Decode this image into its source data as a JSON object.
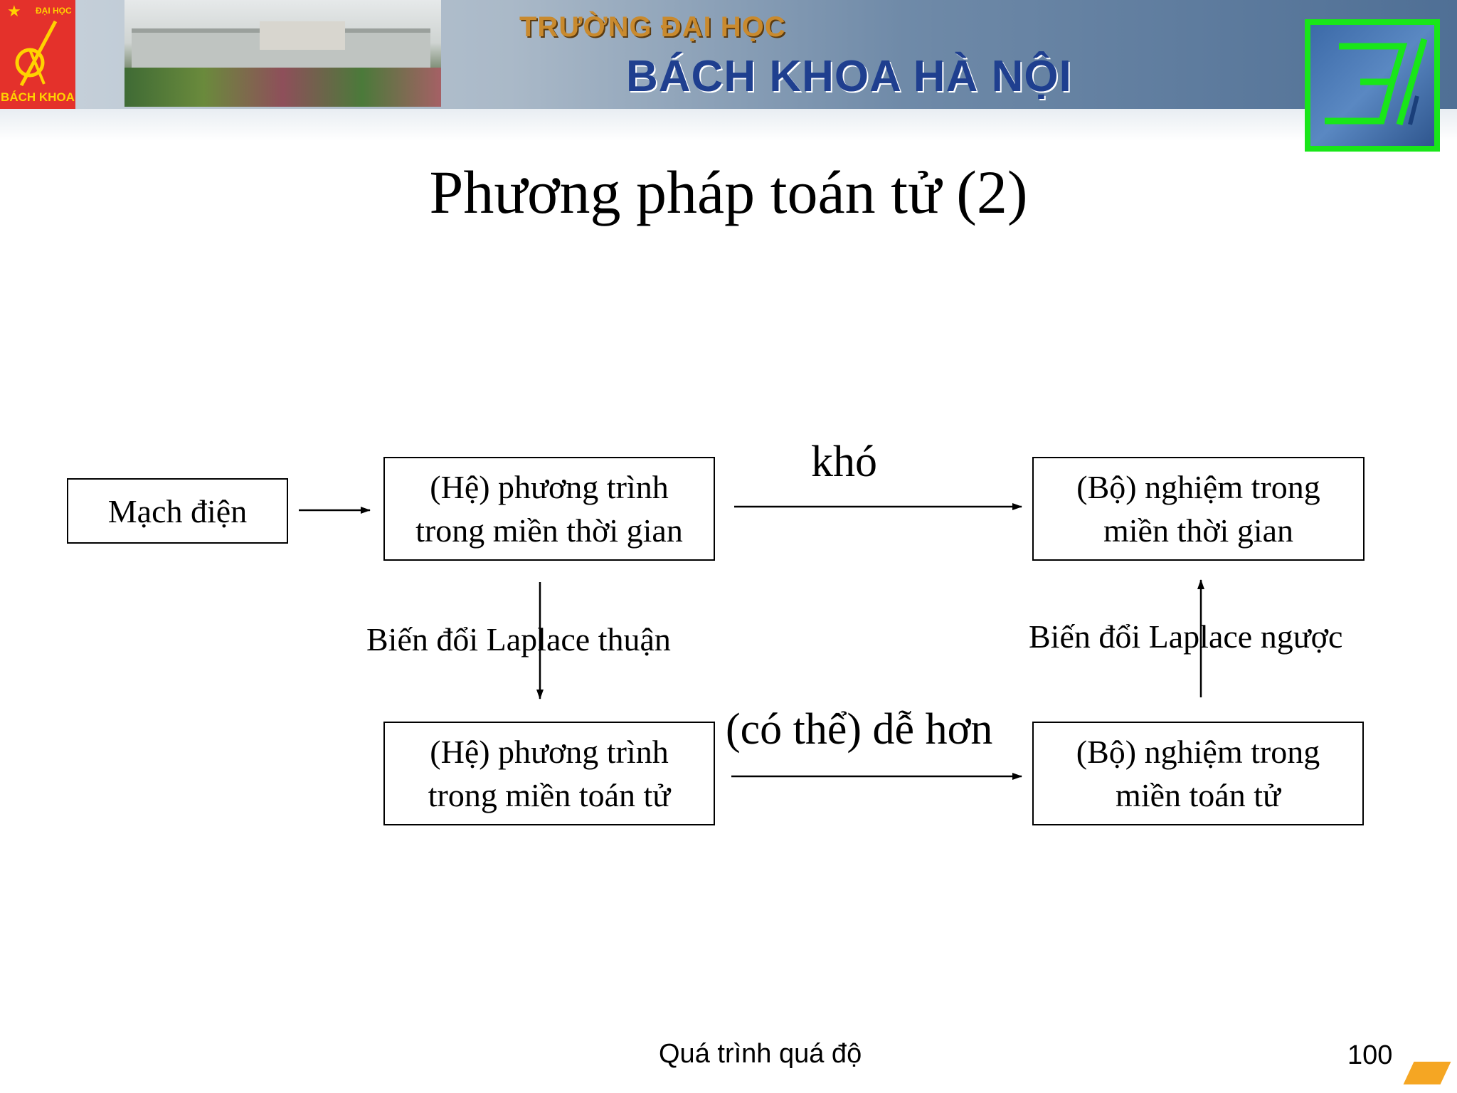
{
  "header": {
    "logo_top": "ĐẠI HỌC",
    "logo_bottom": "BÁCH KHOA",
    "university_line1": "TRƯỜNG ĐẠI HỌC",
    "university_line2": "BÁCH KHOA HÀ NỘI"
  },
  "slide": {
    "title": "Phương pháp toán tử (2)"
  },
  "diagram": {
    "nodes": {
      "circuit": "Mạch điện",
      "eq_time_1": "(Hệ) phương trình",
      "eq_time_2": "trong miền thời gian",
      "sol_time_1": "(Bộ) nghiệm trong",
      "sol_time_2": "miền thời gian",
      "eq_op_1": "(Hệ) phương trình",
      "eq_op_2": "trong miền toán tử",
      "sol_op_1": "(Bộ) nghiệm trong",
      "sol_op_2": "miền toán tử"
    },
    "labels": {
      "hard": "khó",
      "easier": "(có thể) dễ hơn",
      "forward_laplace": "Biến đổi Laplace thuận",
      "inverse_laplace": "Biến đổi Laplace ngược"
    }
  },
  "footer": {
    "text": "Quá trình quá độ",
    "page_number": "100"
  }
}
